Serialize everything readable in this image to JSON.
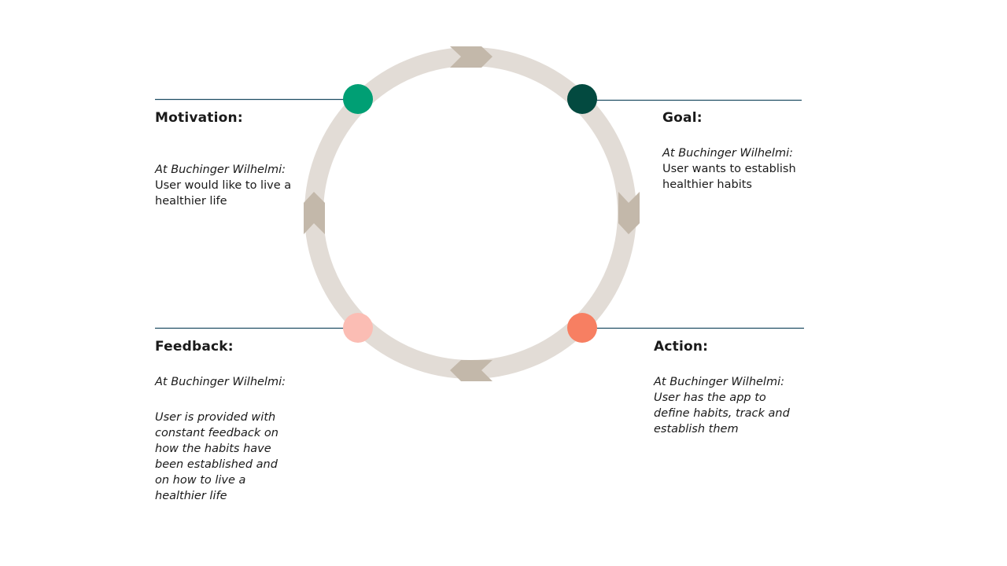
{
  "colors": {
    "ring": "#e2dcd6",
    "chevron": "#c3b8aa",
    "connector_line": "#1f4e63",
    "motivation_dot": "#009f74",
    "goal_dot": "#034a40",
    "action_dot": "#f77f62",
    "feedback_dot": "#fbbdb4",
    "text": "#1a1a1a"
  },
  "stages": {
    "motivation": {
      "title": "Motivation:",
      "lead": "At Buchinger Wilhelmi:",
      "body": "User would like to live a\nhealthier life"
    },
    "goal": {
      "title": "Goal:",
      "lead": "At Buchinger Wilhelmi:",
      "body": "User wants to establish\nhealthier habits"
    },
    "action": {
      "title": "Action:",
      "lead": "At Buchinger Wilhelmi:",
      "body": "User has the app to\ndefine habits, track and\nestablish them"
    },
    "feedback": {
      "title": "Feedback:",
      "lead": "At Buchinger Wilhelmi:",
      "body": "User is provided with\nconstant feedback on\nhow the habits have\nbeen established and\non how to live a\nhealthier life"
    }
  }
}
